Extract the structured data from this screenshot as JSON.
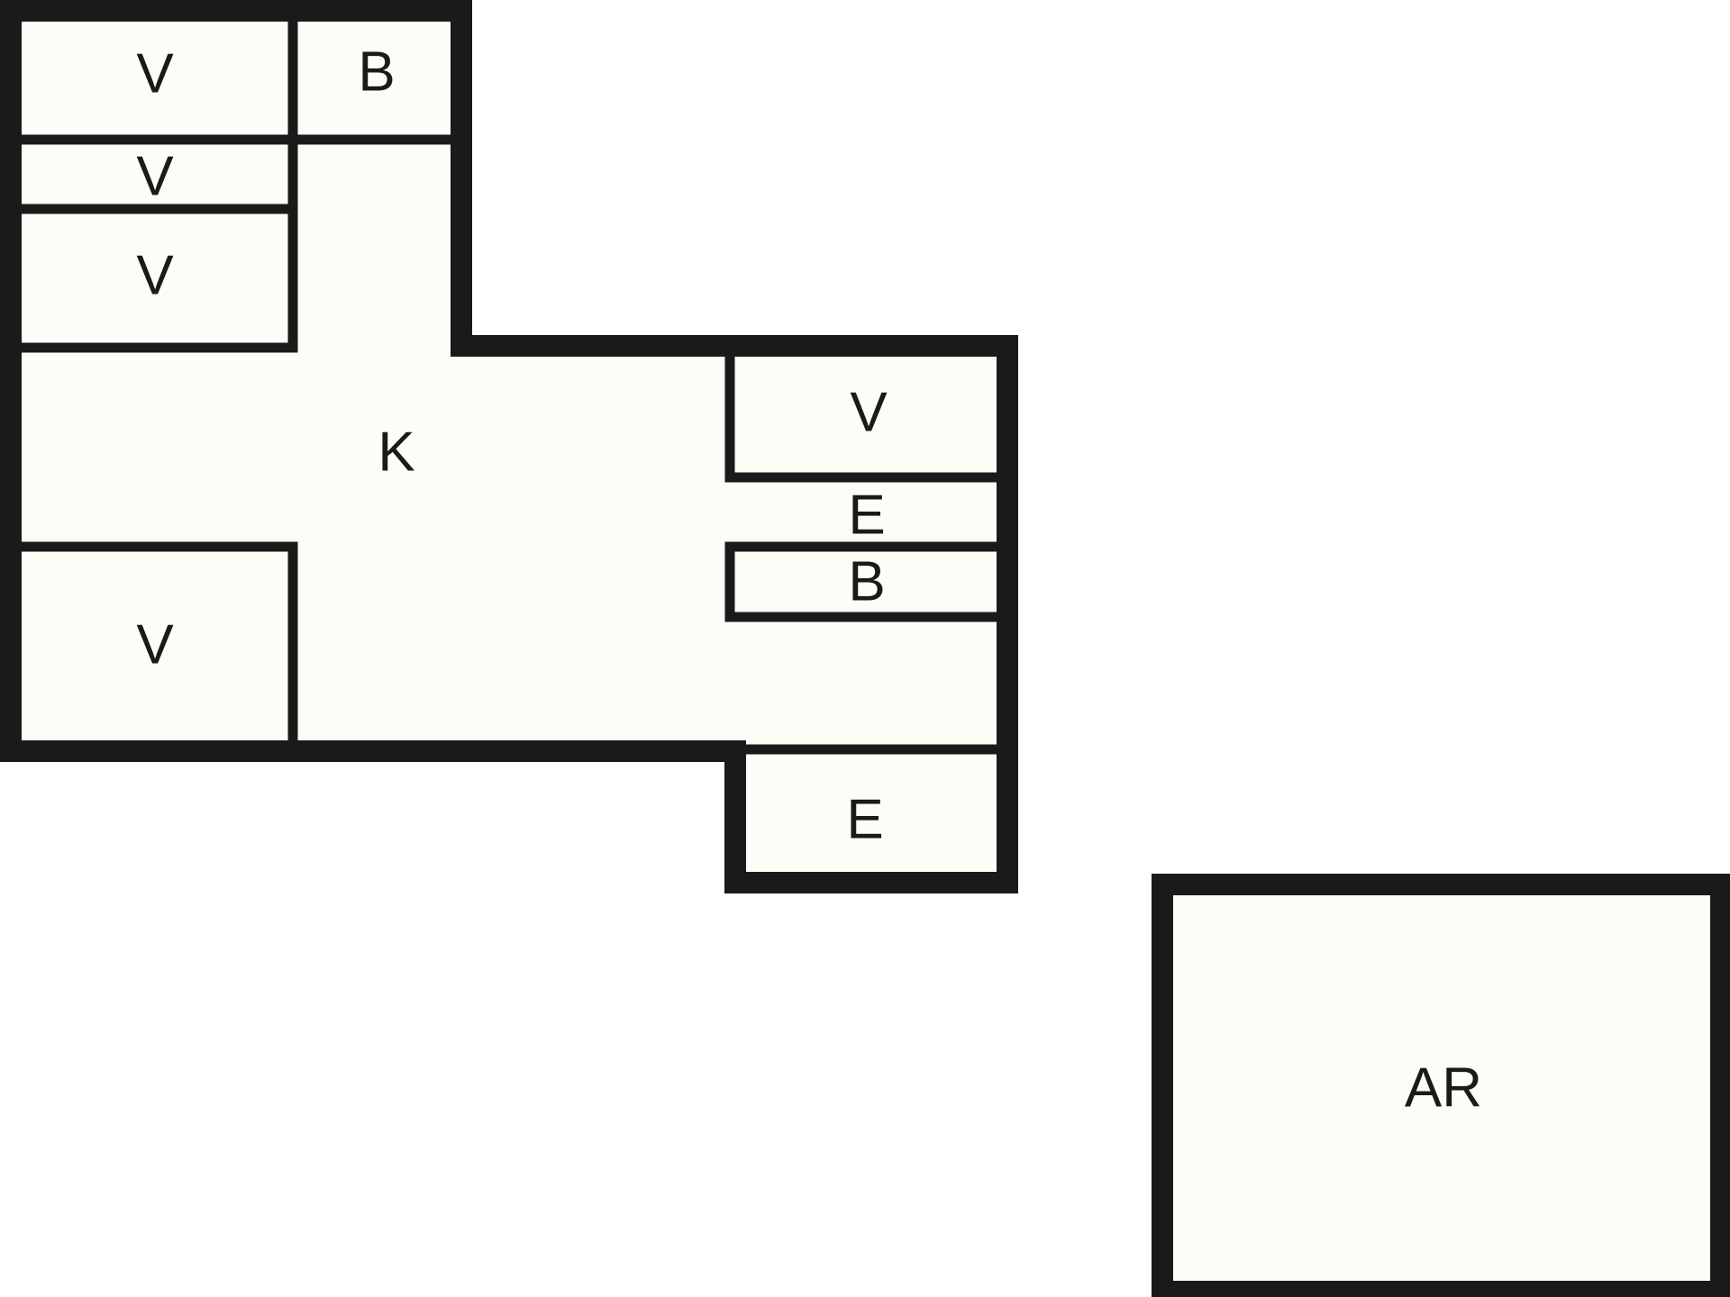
{
  "rooms": {
    "v_top": "V",
    "b_top": "B",
    "v_second": "V",
    "v_third": "V",
    "k_main": "K",
    "v_right": "V",
    "e_right": "E",
    "b_right": "B",
    "v_bottom_left": "V",
    "e_bottom": "E",
    "ar_separate": "AR"
  },
  "colors": {
    "wall": "#1a1a1a",
    "room_fill": "#fdfdf8",
    "background": "#ffffff"
  }
}
